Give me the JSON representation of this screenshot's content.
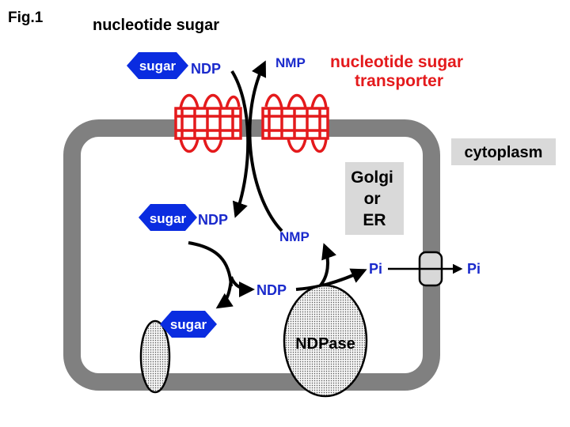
{
  "figure_label": "Fig.1",
  "title": "nucleotide sugar",
  "transporter_label": [
    "nucleotide sugar",
    "transporter"
  ],
  "compartment_label": [
    "Golgi",
    "or",
    "ER"
  ],
  "cytoplasm_label": "cytoplasm",
  "molecules": {
    "sugar": "sugar",
    "ndp": "NDP",
    "nmp": "NMP",
    "pi": "Pi"
  },
  "enzyme_label": "NDPase",
  "colors": {
    "transporter": "#e41a1c",
    "sugar_hexagon": "#0a2ce0",
    "molecule_text": "#1a2acc",
    "membrane": "#808080",
    "label_box": "#d9d9d9"
  }
}
